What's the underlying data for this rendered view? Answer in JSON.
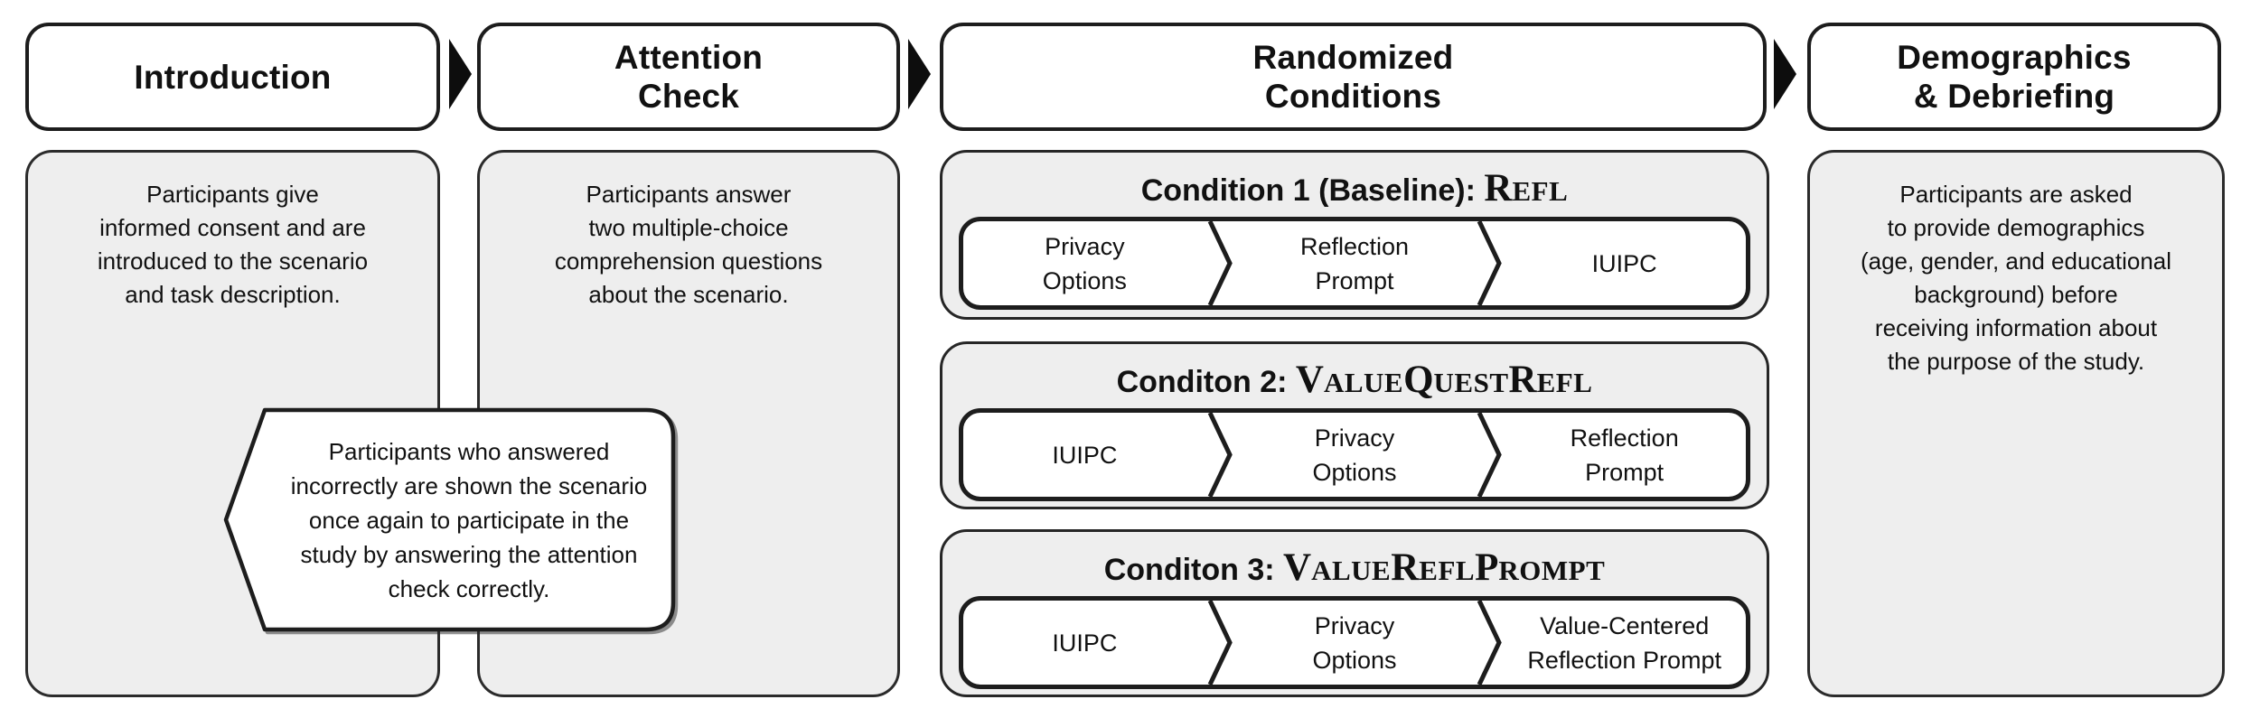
{
  "diagram": {
    "phases": [
      {
        "title": "Introduction",
        "body": "Participants give\ninformed consent and are\nintroduced to the scenario\nand task description."
      },
      {
        "title": "Attention\nCheck",
        "body": "Participants answer\ntwo multiple-choice\ncomprehension questions\nabout the scenario."
      },
      {
        "title": "Randomized\nConditions"
      },
      {
        "title": "Demographics\n& Debriefing",
        "body": "Participants are asked\nto provide demographics\n(age, gender, and educational\nbackground) before\nreceiving information about\nthe purpose of the study."
      }
    ],
    "callout": {
      "text": "Participants who answered\nincorrectly are shown the scenario\nonce again to participate in the\nstudy by answering the attention\ncheck correctly."
    },
    "conditions": [
      {
        "prefix": "Condition 1 (Baseline): ",
        "name_parts": [
          {
            "big": "R",
            "small": "EFL"
          }
        ],
        "segments": [
          "Privacy\nOptions",
          "Reflection\nPrompt",
          "IUIPC"
        ]
      },
      {
        "prefix": "Conditon 2: ",
        "name_parts": [
          {
            "big": "V",
            "small": "ALUE"
          },
          {
            "big": "Q",
            "small": "UEST"
          },
          {
            "big": "R",
            "small": "EFL"
          }
        ],
        "segments": [
          "IUIPC",
          "Privacy\nOptions",
          "Reflection\nPrompt"
        ]
      },
      {
        "prefix": "Conditon 3: ",
        "name_parts": [
          {
            "big": "V",
            "small": "ALUE"
          },
          {
            "big": "R",
            "small": "EFL"
          },
          {
            "big": "P",
            "small": "ROMPT"
          }
        ],
        "segments": [
          "IUIPC",
          "Privacy\nOptions",
          "Value-Centered\nReflection Prompt"
        ]
      }
    ],
    "icons": {
      "flow_arrow": "right-triangle-arrow",
      "chevron_divider": "right-chevron-line"
    },
    "colors": {
      "box_fill": "#eeeeee",
      "box_border": "#1d1d1d",
      "arrow": "#0d0d0d",
      "callout_fill": "#ffffff"
    }
  }
}
